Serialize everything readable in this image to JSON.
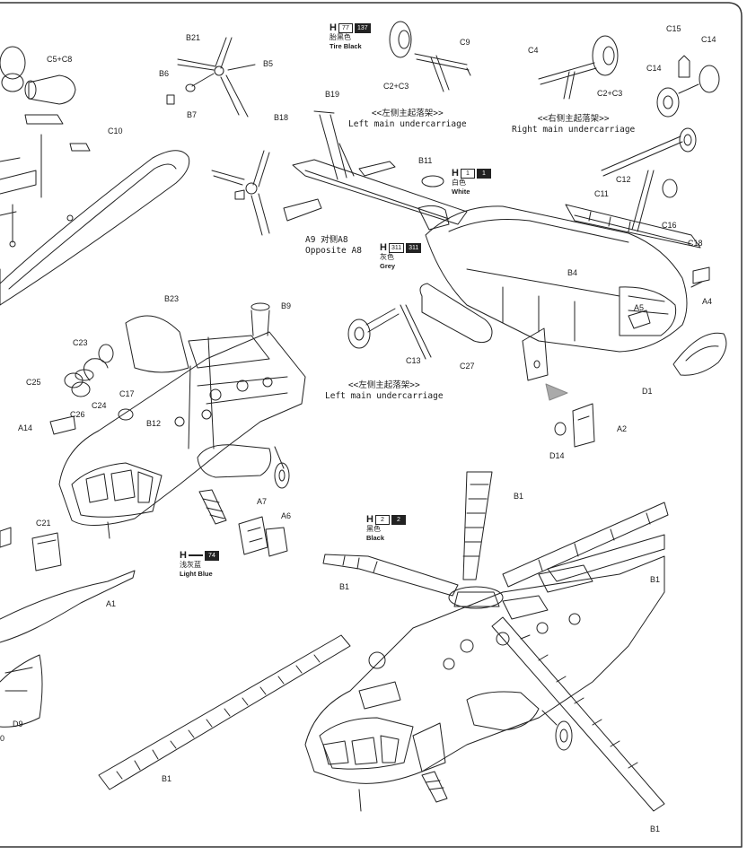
{
  "captions": {
    "left_main_top": {
      "cn": "<<左侧主起落架>>",
      "en": "Left main undercarriage"
    },
    "right_main": {
      "cn": "<<右侧主起落架>>",
      "en": "Right main undercarriage"
    },
    "left_main_bottom": {
      "cn": "<<左侧主起落架>>",
      "en": "Left main undercarriage"
    },
    "opposite": {
      "line1": "A9 对侧A8",
      "line2": "Opposite A8"
    }
  },
  "paints": {
    "tire_black": {
      "h": "H",
      "code": "77",
      "code2": "137",
      "cn": "胎黑色",
      "en": "Tire Black"
    },
    "white": {
      "h": "H",
      "code": "1",
      "code2": "1",
      "cn": "白色",
      "en": "White"
    },
    "grey": {
      "h": "H",
      "code": "311",
      "code2": "311",
      "cn": "灰色",
      "en": "Grey"
    },
    "light_blue": {
      "h": "H",
      "code": "",
      "code2": "74",
      "cn": "浅灰蓝",
      "en": "Light Blue"
    },
    "black": {
      "h": "H",
      "code": "2",
      "code2": "2",
      "cn": "黑色",
      "en": "Black"
    }
  },
  "parts": {
    "c5c8": "C5+C8",
    "c10": "C10",
    "b21": "B21",
    "b5": "B5",
    "b6": "B6",
    "b7": "B7",
    "c2c3_a": "C2+C3",
    "c9": "C9",
    "c4": "C4",
    "c15": "C15",
    "c14_a": "C14",
    "c14_b": "C14",
    "c2c3_b": "C2+C3",
    "b18": "B18",
    "b19": "B19",
    "b11": "B11",
    "c12": "C12",
    "c11": "C11",
    "c16": "C16",
    "c18": "C18",
    "b4": "B4",
    "a4": "A4",
    "a5": "A5",
    "d1": "D1",
    "b23": "B23",
    "b9": "B9",
    "c23": "C23",
    "c17": "C17",
    "c25": "C25",
    "c24": "C24",
    "c26": "C26",
    "b12": "B12",
    "a14": "A14",
    "c13": "C13",
    "c27": "C27",
    "a2": "A2",
    "d14": "D14",
    "a7": "A7",
    "a6": "A6",
    "c21": "C21",
    "a1": "A1",
    "b1_a": "B1",
    "b1_b": "B1",
    "b1_c": "B1",
    "b1_d": "B1",
    "b1_e": "B1",
    "d9": "D9",
    "zero": "0"
  }
}
